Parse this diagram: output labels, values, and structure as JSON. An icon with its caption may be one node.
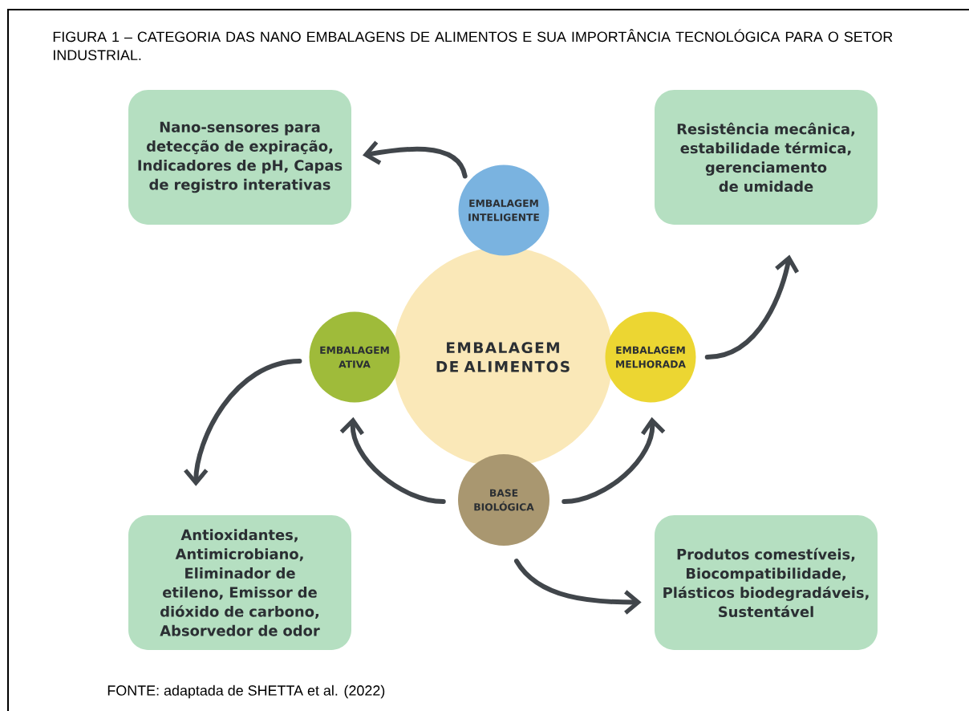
{
  "diagram": {
    "title": "FIGURA 1 – CATEGORIA DAS NANO EMBALAGENS DE ALIMENTOS E SUA IMPORTÂNCIA TECNOLÓGICA PARA O SETOR INDUSTRIAL.",
    "caption": "FONTE: adaptada de SHETTA et al. (2022)",
    "nodes": [
      {
        "text": [
          "Nano-sensores para detecção de expiração, Indicadores de pH, Capas de registro interativas"
        ]
      },
      {
        "text": [
          "Resistência mecânica, estabilidade térmica, gerenciamento de umidade"
        ]
      },
      {
        "text": [
          "EMBALAGEM INTELIGENTE"
        ]
      },
      {
        "text": [
          "EMBALAGEM DE ALIMENTOS"
        ]
      },
      {
        "text": [
          "EMBALAGEM ATIVA"
        ]
      },
      {
        "text": [
          "EMBALAGEM MELHORADA"
        ]
      },
      {
        "text": [
          "BASE BIOLÓGICA"
        ]
      },
      {
        "text": [
          "Antioxidantes, Antimicrobiano, Eliminador de etileno, Emissor de dióxido de carbono, Absorvedor de odor"
        ]
      },
      {
        "text": [
          "Produtos comestíveis, Biocompatibilidade, Plásticos biodegradáveis, Sustentável"
        ]
      }
    ],
    "edges": [
      {
        "from": 2,
        "to": 0,
        "arrow": "to"
      },
      {
        "from": 5,
        "to": 1,
        "arrow": "to"
      },
      {
        "from": 4,
        "to": 7,
        "arrow": "to"
      },
      {
        "from": 6,
        "to": 4,
        "arrow": "to"
      },
      {
        "from": 6,
        "to": 5,
        "arrow": "to"
      },
      {
        "from": 6,
        "to": 8,
        "arrow": "to"
      }
    ]
  }
}
